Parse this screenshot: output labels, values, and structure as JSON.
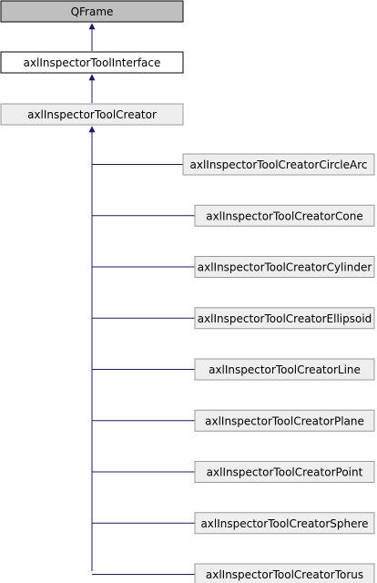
{
  "diagram": {
    "nodes": {
      "qframe": "QFrame",
      "interface": "axlInspectorToolInterface",
      "creator": "axlInspectorToolCreator"
    },
    "children": [
      "axlInspectorToolCreatorCircleArc",
      "axlInspectorToolCreatorCone",
      "axlInspectorToolCreatorCylinder",
      "axlInspectorToolCreatorEllipsoid",
      "axlInspectorToolCreatorLine",
      "axlInspectorToolCreatorPlane",
      "axlInspectorToolCreatorPoint",
      "axlInspectorToolCreatorSphere",
      "axlInspectorToolCreatorTorus"
    ],
    "colors": {
      "edge": "#191970",
      "qframe_fill": "#bfbfbf",
      "interface_fill": "#ffffff",
      "node_fill": "#eeeeee",
      "node_border": "#999999",
      "strong_border": "#000000"
    }
  }
}
